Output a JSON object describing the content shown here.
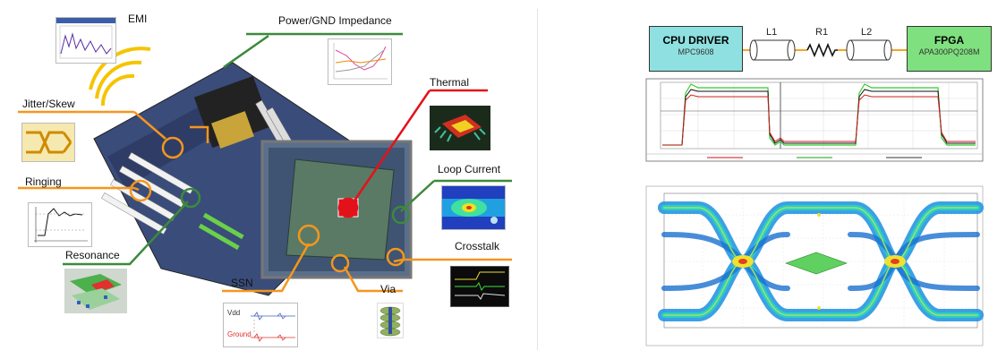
{
  "left_panel": {
    "labels": {
      "emi": "EMI",
      "power_gnd": "Power/GND Impedance",
      "jitter": "Jitter/Skew",
      "thermal": "Thermal",
      "loop_current": "Loop Current",
      "ringing": "Ringing",
      "resonance": "Resonance",
      "crosstalk": "Crosstalk",
      "ssn": "SSN",
      "via": "Via"
    },
    "ssn_thumb": {
      "vdd": "Vdd",
      "ground": "Ground"
    },
    "colors": {
      "orange": "#f5961d",
      "green": "#3c8a3c",
      "red": "#e3121a"
    }
  },
  "right_panel": {
    "schematic": {
      "cpu_title": "CPU DRIVER",
      "cpu_sub": "MPC9608",
      "fpga_title": "FPGA",
      "fpga_sub": "APA300PQ208M",
      "l1": "L1",
      "r1": "R1",
      "l2": "L2",
      "cpu_color": "#8fe0e0",
      "fpga_color": "#7fe07f"
    }
  }
}
